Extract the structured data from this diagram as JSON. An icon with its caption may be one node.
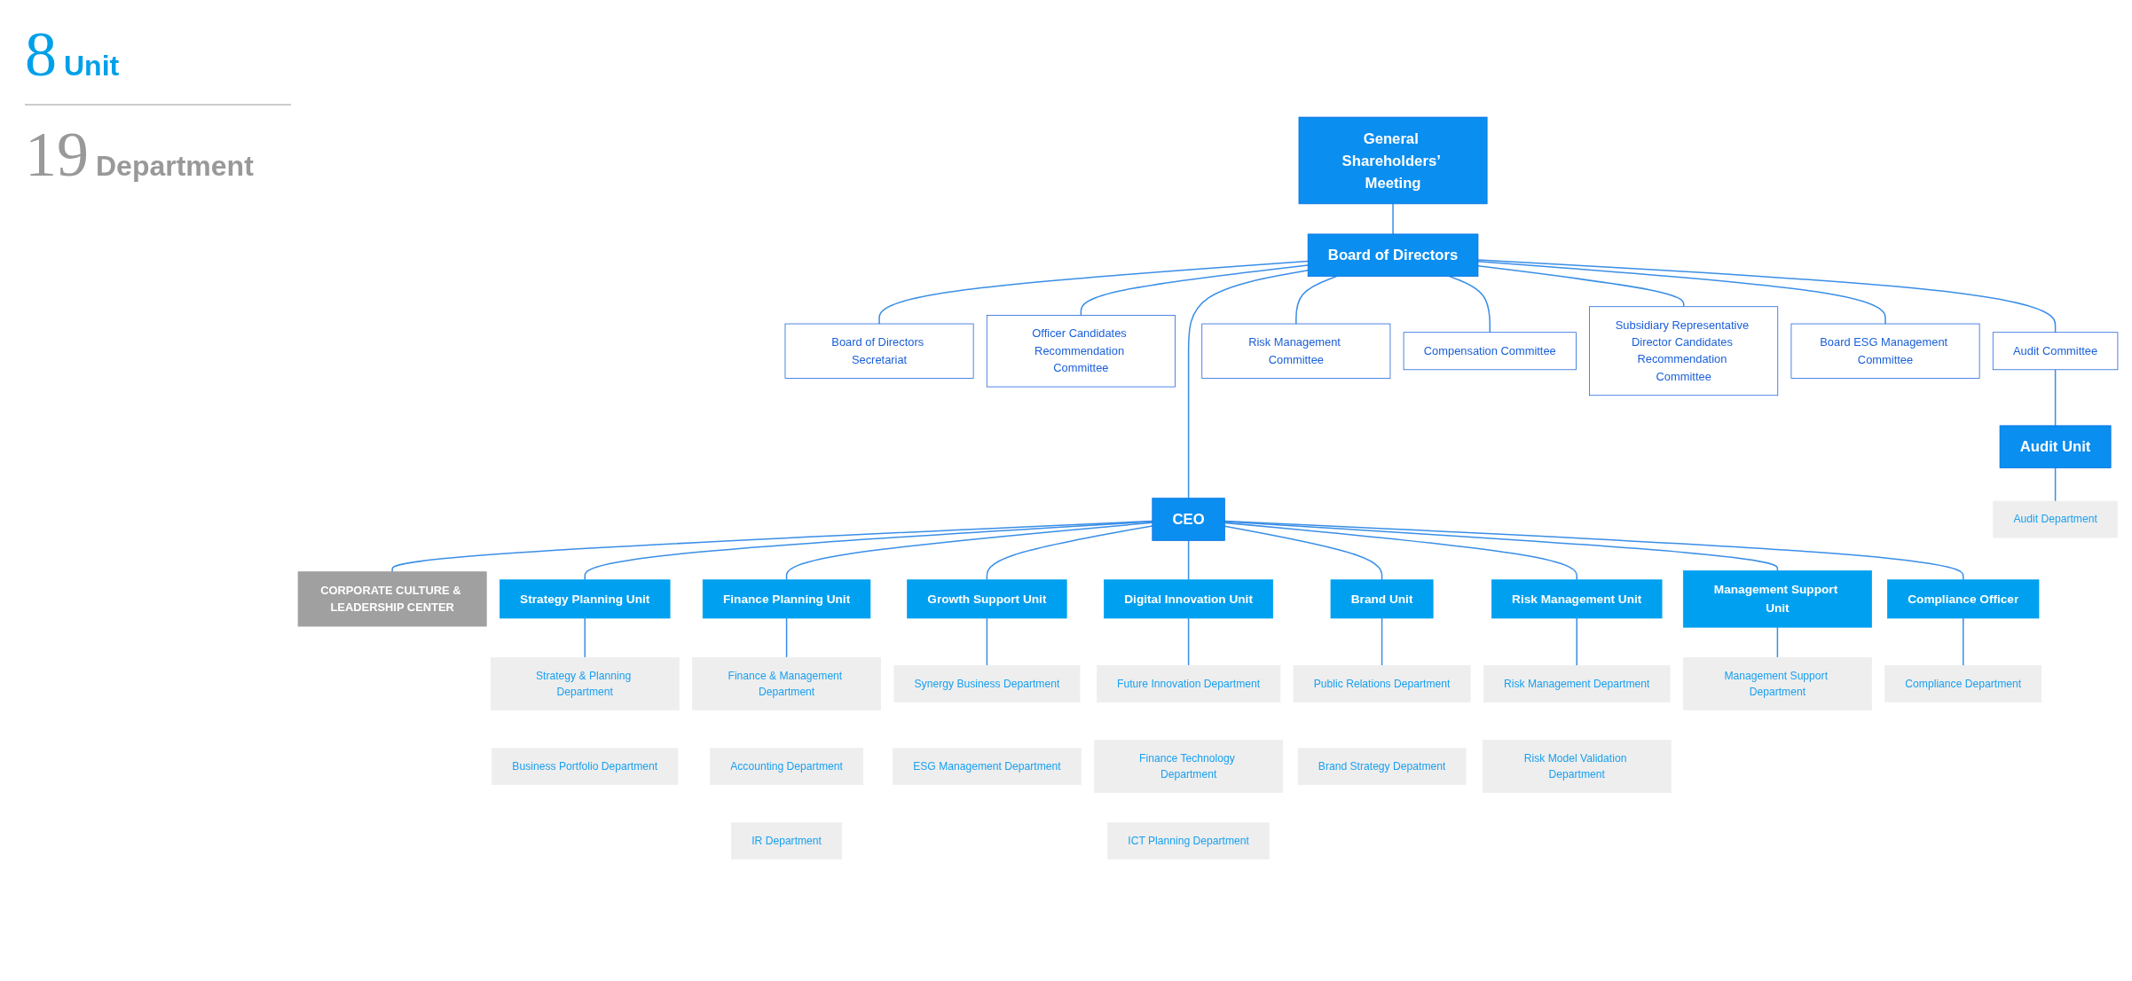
{
  "diagram": {
    "nodes": [
      {
        "text": [
          "General Shareholders’ Meeting"
        ]
      },
      {
        "text": [
          "Board of Directors Secretariat"
        ]
      },
      {
        "text": [
          "Board of Directors"
        ]
      },
      {
        "text": [
          "Officer Candidates Recommendation Committee"
        ]
      },
      {
        "text": [
          "Audit Committee"
        ]
      },
      {
        "text": [
          "Audit Unit"
        ]
      },
      {
        "text": [
          "Risk Management Committee"
        ]
      },
      {
        "text": [
          "Compensation Committee"
        ]
      },
      {
        "text": [
          "Subsidiary Representative Director Candidates Recommendation Committee"
        ]
      },
      {
        "text": [
          "Board ESG Management Committee"
        ]
      },
      {
        "text": [
          "CEO"
        ]
      },
      {
        "text": [
          "CORPORATE CULTURE & LEADERSHIP CENTER"
        ]
      },
      {
        "text": [
          "Strategy Planning Unit"
        ]
      },
      {
        "text": [
          "Finance Planning Unit"
        ]
      },
      {
        "text": [
          "Growth Support Unit"
        ]
      },
      {
        "text": [
          "Digital Innovation Unit"
        ]
      },
      {
        "text": [
          "Brand Unit"
        ]
      },
      {
        "text": [
          "Risk Management Unit"
        ]
      },
      {
        "text": [
          "Management Support Unit"
        ]
      },
      {
        "text": [
          "Compliance Officer"
        ]
      },
      {
        "text": [
          "Strategy & Planning Department"
        ]
      },
      {
        "text": [
          "Business Portfolio Department"
        ]
      },
      {
        "text": [
          "Finance & Management Department"
        ]
      },
      {
        "text": [
          "Accounting Department"
        ]
      },
      {
        "text": [
          "IR Department"
        ]
      },
      {
        "text": [
          "Synergy Business Department"
        ]
      },
      {
        "text": [
          "ESG Management Department"
        ]
      },
      {
        "text": [
          "Future Innovation Department"
        ]
      },
      {
        "text": [
          "Finance Technology Department"
        ]
      },
      {
        "text": [
          "ICT Planning Department"
        ]
      },
      {
        "text": [
          "Public Relations Department"
        ]
      },
      {
        "text": [
          "Brand Strategy Depatment"
        ]
      },
      {
        "text": [
          "Risk Management Department"
        ]
      },
      {
        "text": [
          "Risk Model Validation Department"
        ]
      },
      {
        "text": [
          "Management Support Department"
        ]
      },
      {
        "text": [
          "Compliance Department"
        ]
      },
      {
        "text": [
          "Audit Department"
        ]
      }
    ],
    "edges": [
      {
        "from": 0,
        "to": 2,
        "arrow": "none"
      },
      {
        "from": 2,
        "to": 1,
        "arrow": "none"
      },
      {
        "from": 2,
        "to": 3,
        "arrow": "none"
      },
      {
        "from": 2,
        "to": 4,
        "arrow": "none"
      },
      {
        "from": 4,
        "to": 5,
        "arrow": "none"
      },
      {
        "from": 2,
        "to": 6,
        "arrow": "none"
      },
      {
        "from": 2,
        "to": 7,
        "arrow": "none"
      },
      {
        "from": 2,
        "to": 8,
        "arrow": "none"
      },
      {
        "from": 2,
        "to": 9,
        "arrow": "none"
      },
      {
        "from": 2,
        "to": 10,
        "arrow": "none"
      },
      {
        "from": 10,
        "to": 11,
        "arrow": "none"
      },
      {
        "from": 10,
        "to": 12,
        "arrow": "none"
      },
      {
        "from": 10,
        "to": 13,
        "arrow": "none"
      },
      {
        "from": 10,
        "to": 14,
        "arrow": "none"
      },
      {
        "from": 10,
        "to": 15,
        "arrow": "none"
      },
      {
        "from": 10,
        "to": 16,
        "arrow": "none"
      },
      {
        "from": 10,
        "to": 17,
        "arrow": "none"
      },
      {
        "from": 10,
        "to": 18,
        "arrow": "none"
      },
      {
        "from": 10,
        "to": 19,
        "arrow": "none"
      },
      {
        "from": 12,
        "to": 20,
        "arrow": "none"
      },
      {
        "from": 13,
        "to": 22,
        "arrow": "none"
      },
      {
        "from": 14,
        "to": 25,
        "arrow": "none"
      },
      {
        "from": 15,
        "to": 27,
        "arrow": "none"
      },
      {
        "from": 16,
        "to": 30,
        "arrow": "none"
      },
      {
        "from": 17,
        "to": 32,
        "arrow": "none"
      },
      {
        "from": 18,
        "to": 34,
        "arrow": "none"
      },
      {
        "from": 19,
        "to": 35,
        "arrow": "none"
      },
      {
        "from": 5,
        "to": 36,
        "arrow": "none"
      }
    ],
    "labels": [
      "8",
      "Unit",
      "19",
      "Department"
    ]
  }
}
